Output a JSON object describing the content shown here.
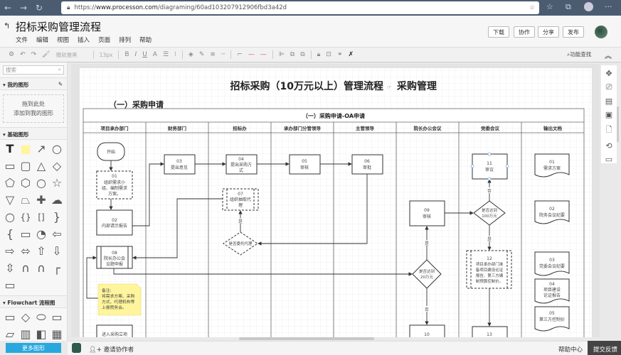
{
  "browser": {
    "url_prefix": "https://",
    "url_domain": "www.processon.com",
    "url_path": "/diagraming/60ad103207912906fbd3a42d"
  },
  "app": {
    "title": "招标采购管理流程",
    "menu": [
      "文件",
      "编辑",
      "视图",
      "插入",
      "页面",
      "排列",
      "帮助"
    ],
    "buttons": {
      "download": "下载",
      "collaborate": "协作",
      "share": "分享",
      "publish": "发布"
    }
  },
  "toolbar": {
    "font": "微软雅黑",
    "size": "13px",
    "function_search": "功能查找"
  },
  "sidebar": {
    "search_placeholder": "搜索",
    "my_shapes": "我的图形",
    "drop_line1": "拖到此处",
    "drop_line2": "添加到我的图形",
    "basic_shapes": "基础图形",
    "flowchart": "Flowchart 流程图",
    "more_shapes": "更多图形"
  },
  "bottom": {
    "invite": "邀请协作者",
    "help": "帮助中心",
    "feedback": "提交反馈"
  },
  "diagram": {
    "title": "招标采购（10万元以上）管理流程",
    "title_suffix": "采购管理",
    "section": "（一）采购申请",
    "pool_title": "（一）采购申请-OA申请",
    "lanes": [
      "项目承办部门",
      "财务部门",
      "招标办",
      "承办部门分管领导",
      "主管领导",
      "院长办公会议",
      "党委会议",
      "输出文档"
    ],
    "nodes": {
      "start": "开始",
      "n01": [
        "01",
        "组织需求小",
        "组、编制需求",
        "方案。"
      ],
      "n02": [
        "02",
        "内部请示报告"
      ],
      "n03": [
        "03",
        "提出意见"
      ],
      "n04": [
        "04",
        "提出采购方",
        "式"
      ],
      "n05": [
        "05",
        "审核"
      ],
      "n06": [
        "06",
        "审批"
      ],
      "n07": [
        "07",
        "组织抽取代",
        "理"
      ],
      "d_agent": "是否委托代理",
      "n08": [
        "08",
        "院长办公会",
        "议题申报"
      ],
      "note": [
        "备注:",
        "将需求方案、采购",
        "方式、代理机构等",
        "上报院务会。"
      ],
      "n_enter": "进入采购立项",
      "n09": [
        "09",
        "审核"
      ],
      "d_100": [
        "是否达到",
        "100万元"
      ],
      "n11": [
        "11",
        "审议"
      ],
      "d_20": [
        "是否达到",
        "20万元"
      ],
      "n12": [
        "12",
        "项目承办部门准",
        "备项目建设论证",
        "报告、第三方编",
        "制预算控制价。"
      ],
      "n10": "10",
      "n13": "13",
      "yes": "是",
      "no": "否"
    },
    "docs": [
      [
        "01",
        "需求方案"
      ],
      [
        "02",
        "院务会议纪要"
      ],
      [
        "03",
        "党委会议纪要"
      ],
      [
        "04",
        "项目建设",
        "论证报告"
      ],
      [
        "05",
        "第三方控制价"
      ]
    ]
  },
  "colors": {
    "browser_bar": "#4b5c70",
    "note_fill": "#fff59d",
    "more_button": "#29a8de",
    "feedback_button": "#444444"
  }
}
